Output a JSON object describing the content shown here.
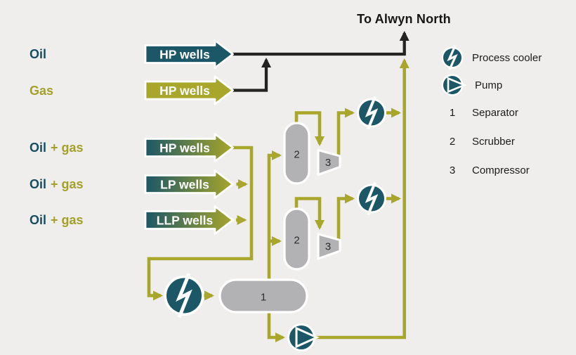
{
  "title": "To Alwyn North",
  "streams": [
    {
      "name": "Oil",
      "name2": "",
      "well": "HP wells"
    },
    {
      "name": "",
      "name2": "Gas",
      "well": "HP wells"
    },
    {
      "name": "Oil",
      "name2": "+ gas",
      "well": "HP wells"
    },
    {
      "name": "Oil",
      "name2": "+ gas",
      "well": "LP wells"
    },
    {
      "name": "Oil",
      "name2": "+ gas",
      "well": "LLP wells"
    }
  ],
  "legend": {
    "process_cooler": "Process cooler",
    "pump": "Pump",
    "process_cooler_icon": "lightning-bolt-circle-icon",
    "pump_icon": "chevron-circle-icon",
    "items": [
      {
        "key": "1",
        "label": "Separator"
      },
      {
        "key": "2",
        "label": "Scrubber"
      },
      {
        "key": "3",
        "label": "Compressor"
      }
    ]
  },
  "equipment": {
    "separator_label": "1",
    "scrubber_upper_label": "2",
    "scrubber_lower_label": "2",
    "compressor_upper_label": "3",
    "compressor_lower_label": "3"
  },
  "colors": {
    "teal": "#1b5766",
    "olive": "#a8a62b",
    "equipment_gray": "#b2b2b5",
    "line_black": "#232323",
    "background": "#efeeec"
  }
}
